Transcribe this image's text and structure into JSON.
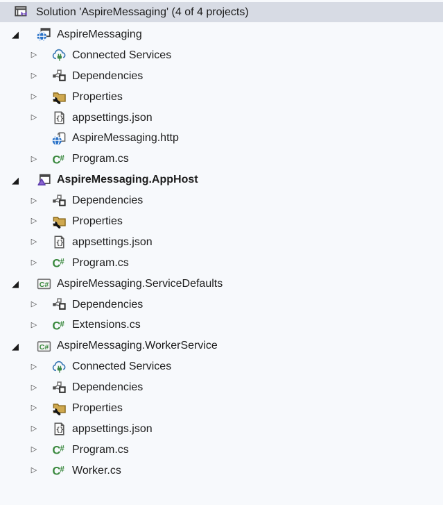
{
  "colors": {
    "background": "#f7f9fc",
    "header_selected_bg": "#d7dbe4",
    "text": "#1c1c1c",
    "globe_blue": "#2a72c8",
    "csharp_green": "#37873b",
    "vs_purple": "#7b57c2",
    "apphost_purple": "#8a63d2",
    "apphost_purple_dark": "#5f3fae",
    "folder_tan": "#cfa84f",
    "folder_tan_dark": "#8a6a1d",
    "cloud_blue": "#3e7bb6",
    "plug_green": "#3c8746",
    "icon_gray": "#474747"
  },
  "glyphs": {
    "expanded_arrow": "◢",
    "collapsed_arrow": "▷"
  },
  "header": {
    "icon": "solution-icon",
    "title": "Solution 'AspireMessaging' (4 of 4 projects)",
    "selected": true
  },
  "tree": {
    "rows": [
      {
        "label": "AspireMessaging",
        "icon": "web-project-icon",
        "level": 0,
        "expander": "expanded",
        "bold": false
      },
      {
        "label": "Connected Services",
        "icon": "connected-services-icon",
        "level": 1,
        "expander": "collapsed",
        "bold": false
      },
      {
        "label": "Dependencies",
        "icon": "dependencies-icon",
        "level": 1,
        "expander": "collapsed",
        "bold": false
      },
      {
        "label": "Properties",
        "icon": "properties-folder-icon",
        "level": 1,
        "expander": "collapsed",
        "bold": false
      },
      {
        "label": "appsettings.json",
        "icon": "json-file-icon",
        "level": 1,
        "expander": "collapsed",
        "bold": false
      },
      {
        "label": "AspireMessaging.http",
        "icon": "http-file-icon",
        "level": 1,
        "expander": "none",
        "bold": false
      },
      {
        "label": "Program.cs",
        "icon": "csharp-file-icon",
        "level": 1,
        "expander": "collapsed",
        "bold": false
      },
      {
        "label": "AspireMessaging.AppHost",
        "icon": "apphost-project-icon",
        "level": 0,
        "expander": "expanded",
        "bold": true
      },
      {
        "label": "Dependencies",
        "icon": "dependencies-icon",
        "level": 1,
        "expander": "collapsed",
        "bold": false
      },
      {
        "label": "Properties",
        "icon": "properties-folder-icon",
        "level": 1,
        "expander": "collapsed",
        "bold": false
      },
      {
        "label": "appsettings.json",
        "icon": "json-file-icon",
        "level": 1,
        "expander": "collapsed",
        "bold": false
      },
      {
        "label": "Program.cs",
        "icon": "csharp-file-icon",
        "level": 1,
        "expander": "collapsed",
        "bold": false
      },
      {
        "label": "AspireMessaging.ServiceDefaults",
        "icon": "csharp-project-icon",
        "level": 0,
        "expander": "expanded",
        "bold": false
      },
      {
        "label": "Dependencies",
        "icon": "dependencies-icon",
        "level": 1,
        "expander": "collapsed",
        "bold": false
      },
      {
        "label": "Extensions.cs",
        "icon": "csharp-file-icon",
        "level": 1,
        "expander": "collapsed",
        "bold": false
      },
      {
        "label": "AspireMessaging.WorkerService",
        "icon": "csharp-project-icon",
        "level": 0,
        "expander": "expanded",
        "bold": false
      },
      {
        "label": "Connected Services",
        "icon": "connected-services-icon",
        "level": 1,
        "expander": "collapsed",
        "bold": false
      },
      {
        "label": "Dependencies",
        "icon": "dependencies-icon",
        "level": 1,
        "expander": "collapsed",
        "bold": false
      },
      {
        "label": "Properties",
        "icon": "properties-folder-icon",
        "level": 1,
        "expander": "collapsed",
        "bold": false
      },
      {
        "label": "appsettings.json",
        "icon": "json-file-icon",
        "level": 1,
        "expander": "collapsed",
        "bold": false
      },
      {
        "label": "Program.cs",
        "icon": "csharp-file-icon",
        "level": 1,
        "expander": "collapsed",
        "bold": false
      },
      {
        "label": "Worker.cs",
        "icon": "csharp-file-icon",
        "level": 1,
        "expander": "collapsed",
        "bold": false
      }
    ]
  }
}
